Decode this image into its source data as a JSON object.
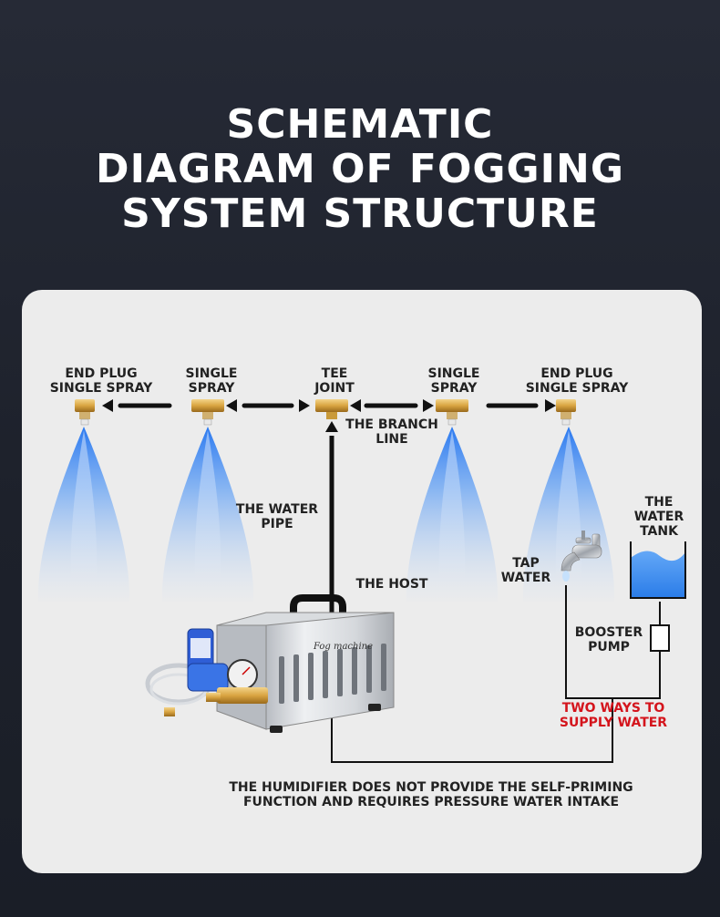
{
  "title": {
    "line1": "SCHEMATIC",
    "line2": "DIAGRAM OF FOGGING",
    "line3": "SYSTEM STRUCTURE"
  },
  "labels": {
    "end_plug_left_1": "END PLUG",
    "end_plug_left_2": "SINGLE SPRAY",
    "single_spray_left_1": "SINGLE",
    "single_spray_left_2": "SPRAY",
    "tee_joint_1": "TEE",
    "tee_joint_2": "JOINT",
    "single_spray_right_1": "SINGLE",
    "single_spray_right_2": "SPRAY",
    "end_plug_right_1": "END PLUG",
    "end_plug_right_2": "SINGLE SPRAY",
    "branch_line_1": "THE BRANCH",
    "branch_line_2": "LINE",
    "water_pipe_1": "THE WATER",
    "water_pipe_2": "PIPE",
    "host": "THE HOST",
    "tap_water_1": "TAP",
    "tap_water_2": "WATER",
    "water_tank_1": "THE",
    "water_tank_2": "WATER",
    "water_tank_3": "TANK",
    "booster_pump_1": "BOOSTER",
    "booster_pump_2": "PUMP",
    "two_ways_1": "TWO WAYS TO",
    "two_ways_2": "SUPPLY WATER",
    "note_1": "THE HUMIDIFIER DOES NOT PROVIDE THE SELF-PRIMING",
    "note_2": "FUNCTION AND REQUIRES PRESSURE WATER INTAKE",
    "machine_brand": "Fog machine"
  },
  "colors": {
    "background": "#1d212b",
    "card": "#ececec",
    "title_text": "#ffffff",
    "label_text": "#222222",
    "warning_text": "#d4141c",
    "spray": "#3a8df5",
    "brass": "#d9a441",
    "water": "#3d8ef0"
  }
}
